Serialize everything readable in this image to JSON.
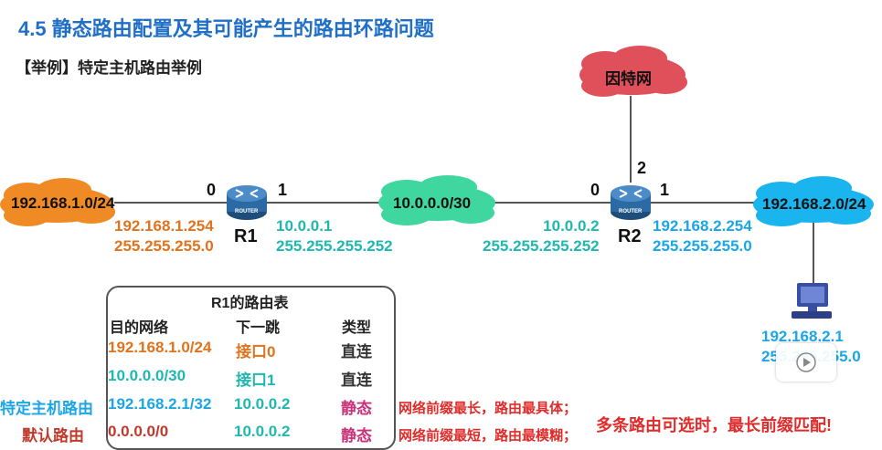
{
  "title": "4.5  静态路由配置及其可能产生的路由环路问题",
  "subtitle": "【举例】特定主机路由举例",
  "clouds": {
    "lan1": "192.168.1.0/24",
    "mid": "10.0.0.0/30",
    "lan2": "192.168.2.0/24",
    "internet": "因特网"
  },
  "routers": {
    "r1": {
      "name": "R1",
      "port0": "0",
      "port1": "1",
      "icon_label": "ROUTER"
    },
    "r2": {
      "name": "R2",
      "port0": "0",
      "port1": "1",
      "port2": "2",
      "icon_label": "ROUTER"
    }
  },
  "addresses": {
    "r1_if0_ip": "192.168.1.254",
    "r1_if0_mask": "255.255.255.0",
    "r1_if1_ip": "10.0.0.1",
    "r1_if1_mask": "255.255.255.252",
    "r2_if0_ip": "10.0.0.2",
    "r2_if0_mask": "255.255.255.252",
    "r2_if1_ip": "192.168.2.254",
    "r2_if1_mask": "255.255.255.0",
    "host_ip": "192.168.2.1",
    "host_mask": "255.255.255.0"
  },
  "routing_table": {
    "title": "R1的路由表",
    "headers": [
      "目的网络",
      "下一跳",
      "类型"
    ],
    "rows": [
      {
        "dest": "192.168.1.0/24",
        "next": "接口0",
        "type": "直连"
      },
      {
        "dest": "10.0.0.0/30",
        "next": "接口1",
        "type": "直连"
      },
      {
        "dest": "192.168.2.1/32",
        "next": "10.0.0.2",
        "type": "静态",
        "side_label": "特定主机路由",
        "note": "网络前缀最长，路由最具体；"
      },
      {
        "dest": "0.0.0.0/0",
        "next": "10.0.0.2",
        "type": "静态",
        "side_label": "默认路由",
        "note": "网络前缀最短，路由最模糊；"
      }
    ]
  },
  "conclusion": "多条路由可选时，最长前缀匹配!",
  "colors": {
    "title": "#1f6fc6",
    "lan1_cloud": "#f08a24",
    "mid_cloud": "#3fd6a0",
    "lan2_cloud": "#1ab4ee",
    "internet_cloud": "#e0505a",
    "orange": "#e0731d",
    "teal": "#1fb8b0",
    "cyan": "#1ba6e6",
    "red": "#e02b2b",
    "dark_red": "#c0392b",
    "magenta": "#c8327a"
  }
}
